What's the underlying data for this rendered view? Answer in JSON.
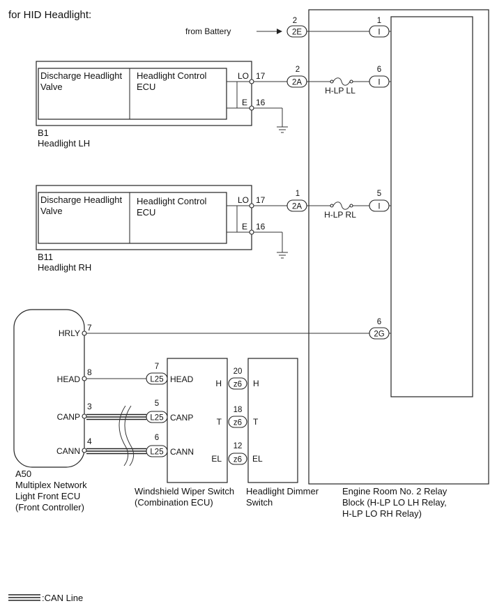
{
  "title": "for HID Headlight:",
  "battery_label": "from Battery",
  "legend": {
    "label": ":CAN Line"
  },
  "relay_block": {
    "name_lines": [
      "Engine Room No. 2 Relay",
      "Block (H-LP LO LH Relay,",
      "H-LP LO RH Relay)"
    ],
    "pins": [
      {
        "number": "1",
        "connector": "I"
      },
      {
        "number": "6",
        "connector": "I"
      },
      {
        "number": "5",
        "connector": "I"
      }
    ],
    "fuses": [
      "H-LP LL",
      "H-LP RL"
    ]
  },
  "connectors": {
    "battery": {
      "number": "2",
      "code": "2E"
    },
    "lh": {
      "number": "2",
      "code": "2A"
    },
    "rh": {
      "number": "1",
      "code": "2A"
    },
    "hrly": {
      "number": "6",
      "code": "2G"
    }
  },
  "headlight_lh": {
    "valve_lines": [
      "Discharge Headlight",
      "Valve"
    ],
    "ecu_lines": [
      "Headlight Control",
      "ECU"
    ],
    "pins": [
      {
        "name": "LO",
        "number": "17"
      },
      {
        "name": "E",
        "number": "16"
      }
    ],
    "code": "B1",
    "name": "Headlight LH"
  },
  "headlight_rh": {
    "valve_lines": [
      "Discharge Headlight",
      "Valve"
    ],
    "ecu_lines": [
      "Headlight Control",
      "ECU"
    ],
    "pins": [
      {
        "name": "LO",
        "number": "17"
      },
      {
        "name": "E",
        "number": "16"
      }
    ],
    "code": "B11",
    "name": "Headlight RH"
  },
  "multiplex_ecu": {
    "code": "A50",
    "name_lines": [
      "Multiplex Network",
      "Light Front ECU",
      "(Front Controller)"
    ],
    "pins": [
      {
        "name": "HRLY",
        "number": "7"
      },
      {
        "name": "HEAD",
        "number": "8"
      },
      {
        "name": "CANP",
        "number": "3"
      },
      {
        "name": "CANN",
        "number": "4"
      }
    ]
  },
  "wiper_switch": {
    "name_lines": [
      "Windshield Wiper Switch",
      "(Combination ECU)"
    ],
    "left_connector": "L25",
    "left_pins": [
      {
        "name": "HEAD",
        "number": "7"
      },
      {
        "name": "CANP",
        "number": "5"
      },
      {
        "name": "CANN",
        "number": "6"
      }
    ],
    "right_pins": [
      "H",
      "T",
      "EL"
    ]
  },
  "dimmer_switch": {
    "name_lines": [
      "Headlight Dimmer",
      "Switch"
    ],
    "connector": "z6",
    "pins": [
      {
        "name": "H",
        "number": "20"
      },
      {
        "name": "T",
        "number": "18"
      },
      {
        "name": "EL",
        "number": "12"
      }
    ]
  }
}
